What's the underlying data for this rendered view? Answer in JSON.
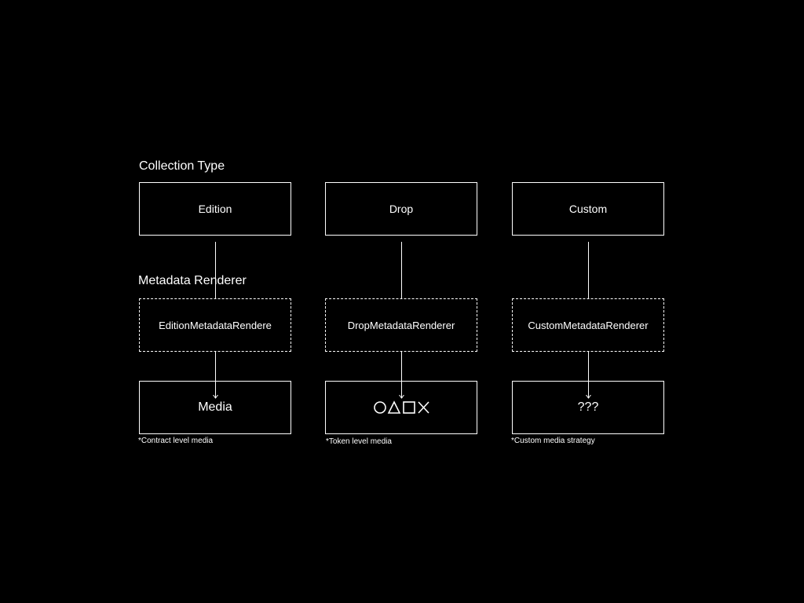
{
  "labels": {
    "collection_type": "Collection Type",
    "metadata_renderer": "Metadata Renderer"
  },
  "columns": [
    {
      "collection": "Edition",
      "renderer": "EditionMetadataRendere",
      "media": "Media",
      "footnote": "*Contract level media"
    },
    {
      "collection": "Drop",
      "renderer": "DropMetadataRenderer",
      "media_icons": [
        "circle-icon",
        "triangle-icon",
        "square-icon",
        "cross-icon"
      ],
      "footnote": "*Token level media"
    },
    {
      "collection": "Custom",
      "renderer": "CustomMetadataRenderer",
      "media": "???",
      "footnote": "*Custom media strategy"
    }
  ],
  "colors": {
    "background": "#000000",
    "foreground": "#ffffff"
  }
}
